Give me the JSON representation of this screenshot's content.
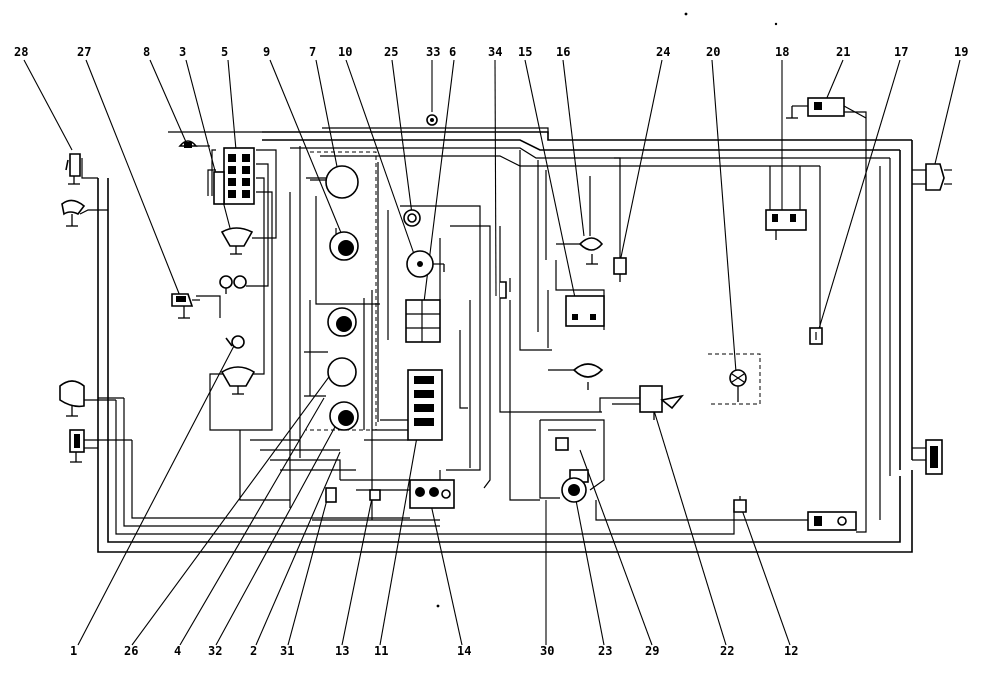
{
  "callouts_top": [
    "28",
    "27",
    "8",
    "3",
    "5",
    "9",
    "7",
    "10",
    "25",
    "33",
    "6",
    "34",
    "15",
    "16",
    "24",
    "20",
    "18",
    "21",
    "17",
    "19"
  ],
  "callouts_bottom": [
    "1",
    "26",
    "4",
    "32",
    "2",
    "31",
    "13",
    "11",
    "14",
    "30",
    "23",
    "29",
    "22",
    "12"
  ]
}
